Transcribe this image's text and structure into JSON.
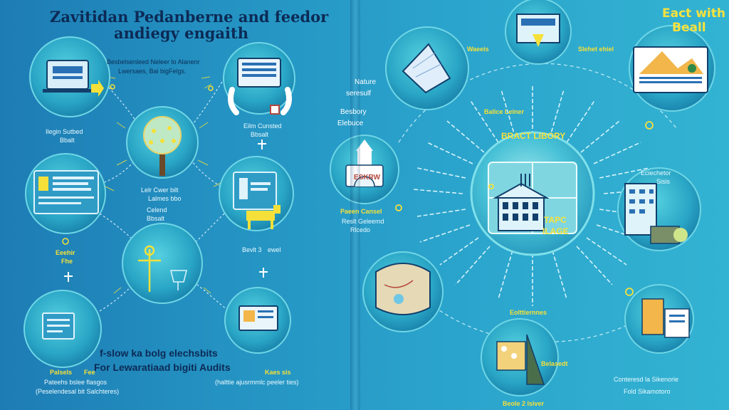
{
  "left_panel": {
    "title_line1": "Zavitidan Pedanberne and feedor",
    "title_line2": "andiegy engaith",
    "intro_caption_1": "Besbelsenleed Neleer lo Alanenr",
    "intro_caption_2": "Lwersaes, Bai bigFelgs.",
    "nodes": [
      {
        "label": "Ilegin Sutbed",
        "sub": "Bbalt"
      },
      {
        "label": "Eilm Cunsted",
        "sub": "Bbsalt"
      },
      {
        "label": "Lelr Cwer bilt",
        "sub": "Lalmes bbo"
      },
      {
        "label": "Eeehir",
        "sub": "Fhe"
      },
      {
        "label": "Bevlt 3",
        "sub": "ewel"
      },
      {
        "label": "Celend",
        "sub": "Bbsalt"
      },
      {
        "label": "Palsels",
        "sub": "Fee"
      },
      {
        "label": "Kaes sis",
        "sub": ""
      }
    ],
    "bottom_heading_1": "f-slow ka bolg elechsbits",
    "bottom_heading_2": "For Lewaratiaad bigiti Audits",
    "bottom_caption_left_1": "Pateehs bslee flasgos",
    "bottom_caption_left_2": "(Peselendesal bit Salchteres)",
    "bottom_caption_right": "(halttie ajusrmmlc peeler ties)"
  },
  "right_panel": {
    "title_line1": "Eact with",
    "title_line2": "Beall",
    "side_text": [
      "Nature",
      "seresulf",
      "Besbory",
      "Elebuce"
    ],
    "top_label": "Waeeis",
    "top_right_label": "Slehet ehiel",
    "center_top_label": "Balice Leiner",
    "center_heading": "BRACT LIBORY",
    "center_side_text_1": "TAPC",
    "center_side_text_2": "ILAGE",
    "sign_text": "ESKRW",
    "left_node_label_1": "Paeen Cansel",
    "left_node_label_2": "Reslt Geleemd",
    "left_node_label_3": "Rlcedo",
    "right_node_label_1": "Eciechetor",
    "right_node_label_2": "Sisis",
    "bottom_center_label_1": "Eolttiernnes",
    "bottom_center_label_2": "Belasedt",
    "bottom_right_caption_1": "Conteresd la Sikenorie",
    "bottom_right_caption_2": "Fold Sikamotoro",
    "bottom_label": "Beole 2 lsiver"
  },
  "colors": {
    "bubble": "#2fb4cd",
    "bubble_edge": "#5fd2e2",
    "accent_yellow": "#f5e03a",
    "title_navy": "#0c2a55"
  }
}
